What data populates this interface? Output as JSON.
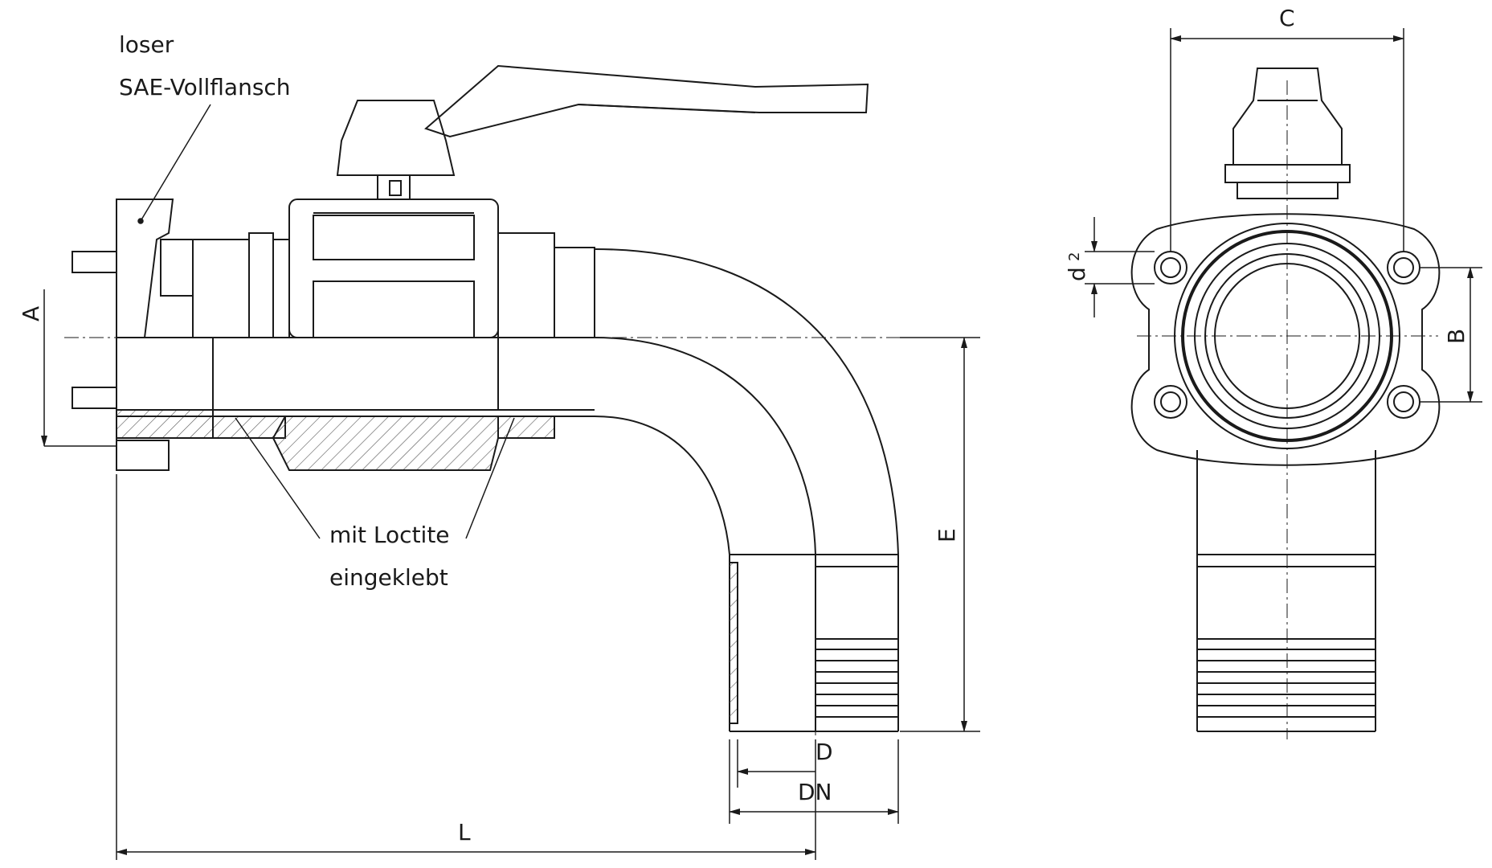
{
  "annotations": {
    "flange_line1": "loser",
    "flange_line2": "SAE-Vollflansch",
    "glue_line1": "mit Loctite",
    "glue_line2": "eingeklebt"
  },
  "dimensions": {
    "A": "A",
    "B": "B",
    "C": "C",
    "D": "D",
    "DN": "DN",
    "E": "E",
    "L": "L",
    "d2": "d",
    "d2_sub": "2"
  },
  "colors": {
    "line": "#1a1a1a",
    "hatch": "#555555",
    "background": "#ffffff"
  }
}
